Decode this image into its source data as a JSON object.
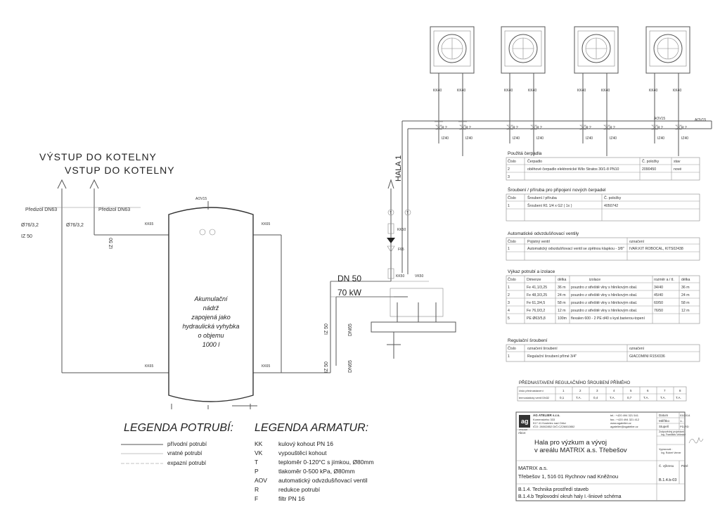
{
  "header": {
    "vystup": "VÝSTUP DO KOTELNY",
    "vstup": "VSTUP DO KOTELNY",
    "hala": "HALA 1"
  },
  "tank": {
    "lines": [
      "Akumulační",
      "nádrž",
      "zapojená jako",
      "hydraulická vyhybka",
      "o objemu",
      "1000 l"
    ]
  },
  "pipe_labels": {
    "predizol_left": "Předizol DN63",
    "predizol_right": "Předizol DN63",
    "pipe_left": "Ø76/3,2",
    "pipe_right": "Ø76/3,2",
    "iz50_a": "IZ 50",
    "iz50_b": "IZ 50",
    "dn50": "DN 50",
    "kw70": "70 kW",
    "dn65_a": "DN65",
    "dn65_b": "DN65",
    "iz50_c": "IZ 50",
    "iz50_d": "IZ 50",
    "kk65": "KK65",
    "kk50": "KK50",
    "vk50": "VK50",
    "f65": "F65",
    "aov15": "AOV15",
    "iz40": "IZ40"
  },
  "legend_pipes": {
    "title": "LEGENDA POTRUBÍ:",
    "items": [
      "přívodní potrubí",
      "vratné potrubí",
      "expazní potrubí"
    ]
  },
  "legend_fittings": {
    "title": "LEGENDA ARMATUR:",
    "items": [
      {
        "code": "KK",
        "desc": "kulový kohout PN 16"
      },
      {
        "code": "VK",
        "desc": "vypouštěcí kohout"
      },
      {
        "code": "T",
        "desc": "teploměr 0-120°C s jímkou, Ø80mm"
      },
      {
        "code": "P",
        "desc": "tlakoměr 0-500 kPa, Ø80mm"
      },
      {
        "code": "AOV",
        "desc": "automatický odvzdušňovací ventil"
      },
      {
        "code": "R",
        "desc": "redukce potrubí"
      },
      {
        "code": "F",
        "desc": "filtr PN 16"
      }
    ]
  },
  "table_pumps": {
    "title": "Použitá čerpadla",
    "header": [
      "Číslo",
      "Čerpadlo",
      "Č. položky",
      "stav"
    ],
    "rows": [
      [
        "2",
        "oběhové čerpadlo elektronické Wilo Stratos 30/1-8 PN10",
        "2090450",
        "nové"
      ],
      [
        "3",
        "",
        "",
        ""
      ]
    ]
  },
  "table_fittings": {
    "title": "Šroubení / příruba pro připojení nových čerpadel",
    "header": [
      "Číslo",
      "Šroubení / příruba",
      "Č. položky"
    ],
    "rows": [
      [
        "1",
        "Šroubení R1 1/4 x G2 ( 1x )",
        "4050742"
      ]
    ]
  },
  "table_vents": {
    "title": "Automatické odvzdušňovací ventily",
    "header": [
      "Číslo",
      "Pojistný ventil",
      "označení"
    ],
    "rows": [
      [
        "1",
        "Automatický odvzdušňovací ventil se zpětnou klapkou - 3/8\"",
        "IVAR.KIT ROBOCAL, KITS02438"
      ]
    ]
  },
  "table_pipes": {
    "title": "Výkaz potrubí a izolace",
    "header": [
      "Číslo",
      "Dimenze",
      "délka",
      "izolace",
      "rozměr a / tl.",
      "délka"
    ],
    "rows": [
      [
        "1",
        "Fe 41,1/3,25",
        "36 m",
        "pouzdro z střešitě vlny s hliníkovým obal.",
        "34/40",
        "36 m"
      ],
      [
        "2",
        "Fe 48,3/3,25",
        "24 m",
        "pouzdro z střešitě vlny s hliníkovým obal.",
        "45/40",
        "24 m"
      ],
      [
        "3",
        "Fe 61,3/4,5",
        "58 m",
        "pouzdro z střešitě vlny s hliníkovým obal.",
        "60/50",
        "58 m"
      ],
      [
        "4",
        "Fe 76,0/3,2",
        "12 m",
        "pouzdro z střešitě vlny s hliníkovým obal.",
        "76/50",
        "12 m"
      ],
      [
        "5",
        "PE Ø63/5,8",
        "100m",
        "flexalen 600 - 2 PE d40 s kysl.barierou-topení",
        "",
        ""
      ]
    ]
  },
  "table_reg": {
    "title": "Regulační šroubení",
    "header": [
      "Číslo",
      "označení šroubení",
      "označení"
    ],
    "rows": [
      [
        "1",
        "Regulační šroubení přímé 3/4\"",
        "GIACOMINI R15X036"
      ]
    ]
  },
  "table_preset": {
    "title": "PŘEDNASTAVENÍ REGULAČNÍHO ŠROUBENÍ PŘÍMÉHO",
    "header": [
      "číslo přednastavení",
      "1",
      "2",
      "3",
      "4",
      "5",
      "6",
      "7",
      "8"
    ],
    "row": [
      "termostatický ventil DN32",
      "0,1",
      "T.A.",
      "0,4",
      "T.A.",
      "0,7",
      "T.A.",
      "T.A.",
      "T.A."
    ]
  },
  "title_block": {
    "company": "AG ATELIER s.r.o.",
    "address1": "Komenského 333",
    "address2": "517 41 Kostelec nad Orlicí",
    "ico": "IČO: 26002852 DIČ:CZ26002852",
    "tel": "tel.: +420 494 321 541",
    "fax": "fax.: +420 494 321 412",
    "web": "www.agatelier.cz",
    "email": "agatelier@agatelier.cz",
    "logo": "ag",
    "logo_sub": "ATELIER",
    "datum_label": "Datum",
    "datum": "03/2014",
    "meritko_label": "Měřítko",
    "meritko": "1:-",
    "stupen_label": "Stupeň",
    "stupen": "PD-RD",
    "zodp_label": "Zodpovědný projektant :",
    "zodp_name": "Ing. František Veliecký",
    "akce_label": "Akce:",
    "akce1": "Hala pro výzkum a vývoj",
    "akce2": "v areálu MATRIX a.s. Třebešov",
    "vypr_label": "Vypracoval :",
    "vypr_name": "Ing. Robert Verner",
    "investor1": "MATRIX a.s.",
    "investor2": "Třebešov 1, 516 01 Rychnov nad Kněžnou",
    "cv_label": "Č. výkresu",
    "pare_label": "Paré",
    "doc1": "B.1.4. Technika prostředí staveb",
    "doc2": "B.1.4.b Teplovodní okruh haly I.-liniové schéma",
    "doc_no": "B.1.4.b-03"
  }
}
